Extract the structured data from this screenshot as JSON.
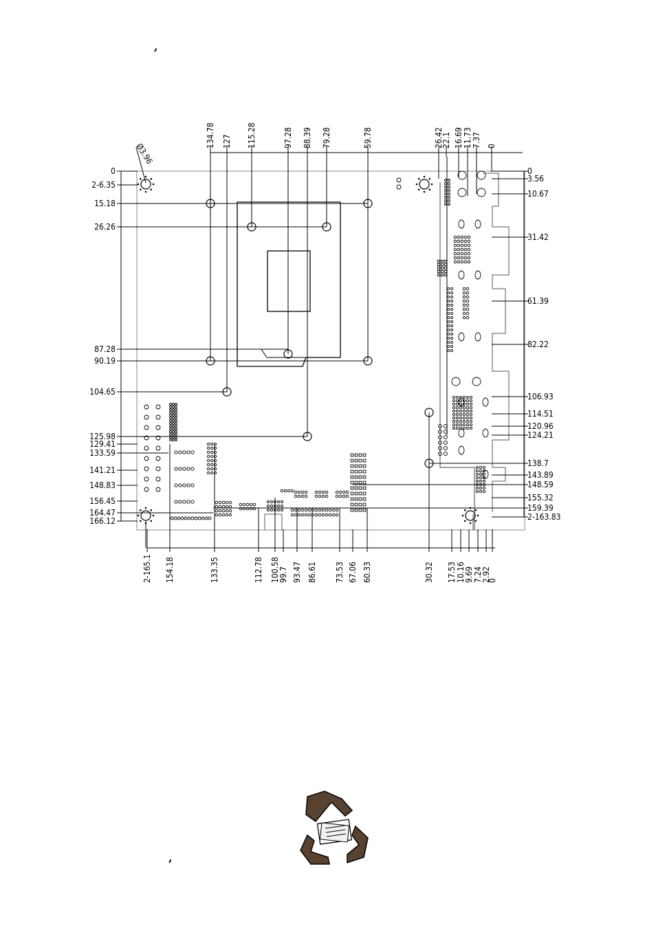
{
  "top_comma": ",",
  "bottom_comma": ",",
  "hole_note": "Ø3.96",
  "dims_top": [
    "134.78",
    "127",
    "115.28",
    "97.28",
    "88.39",
    "79.28",
    "59.78",
    "26.42",
    "22.1",
    "16.69",
    "11.73",
    "7.37",
    "0"
  ],
  "dims_left": [
    "0",
    "2-6.35",
    "15.18",
    "26.26",
    "87.28",
    "90.19",
    "104.65",
    "125.98",
    "129.41",
    "133.59",
    "141.21",
    "148.83",
    "156.45",
    "164.47",
    "166.12"
  ],
  "dims_right": [
    "0",
    "3.56",
    "10.67",
    "31.42",
    "61.39",
    "82.22",
    "106.93",
    "114.51",
    "120.96",
    "124.21",
    "138.7",
    "143.89",
    "148.59",
    "155.32",
    "159.39",
    "2-163.83"
  ],
  "dims_bottom": [
    "2-165.1",
    "154.18",
    "133.35",
    "112.78",
    "100.58",
    "99.7",
    "93.47",
    "86.61",
    "73.53",
    "67.06",
    "60.33",
    "30.32",
    "17.53",
    "10.16",
    "9.69",
    "7.24",
    "2.92",
    "0"
  ],
  "recycle_icon": "recycle-symbol"
}
